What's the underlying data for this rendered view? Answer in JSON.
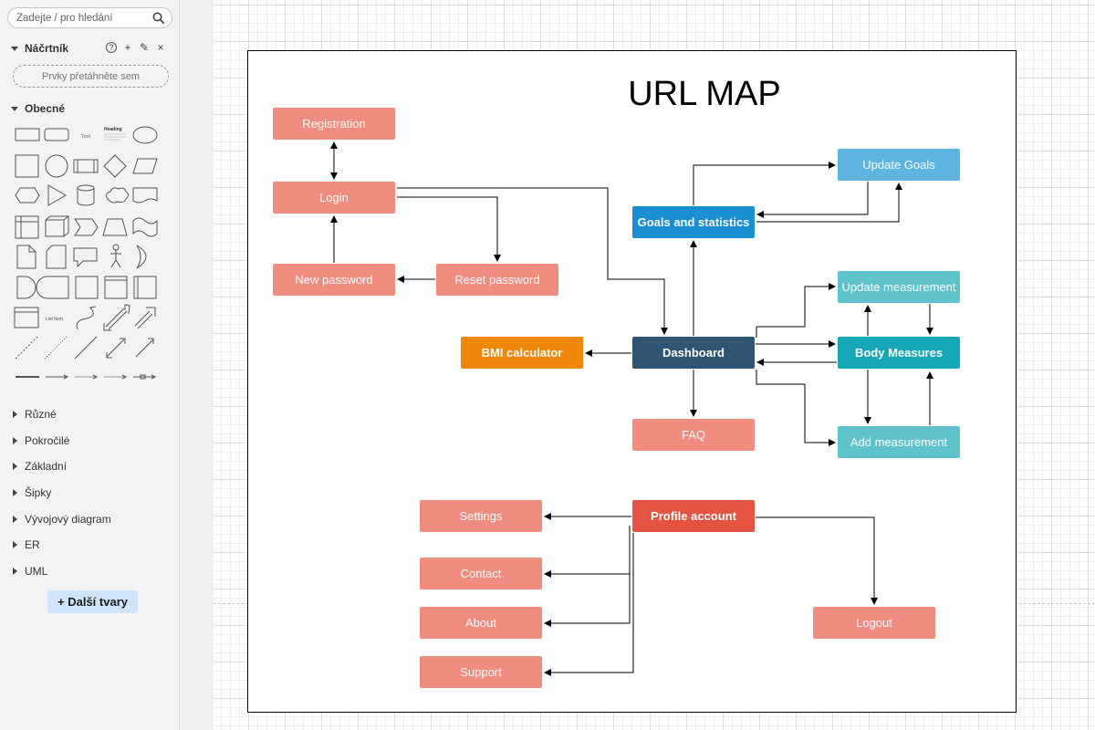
{
  "sidebar": {
    "search": {
      "placeholder": "Zadejte / pro hledání",
      "icon": "search-icon"
    },
    "scratchpad": {
      "label": "Náčrtník",
      "dropzone": "Prvky přetáhněte sem",
      "tools": [
        "?",
        "+",
        "✎",
        "×"
      ]
    },
    "general": {
      "label": "Obecné",
      "shape_texts": {
        "text": "Text",
        "heading": "Heading",
        "list": "List Item"
      }
    },
    "categories": [
      "Různé",
      "Pokročilé",
      "Základní",
      "Šipky",
      "Vývojový diagram",
      "ER",
      "UML"
    ],
    "more_shapes": "+ Další tvary"
  },
  "diagram": {
    "title": "URL MAP",
    "colors": {
      "salmon": "#f08c80",
      "darkblue": "#2e5574",
      "blue": "#1a90d2",
      "lightblue": "#5db4e0",
      "teal": "#17a8b8",
      "lightteal": "#5ec3cc",
      "orange": "#f0860a",
      "red": "#e55443"
    },
    "nodes": {
      "registration": "Registration",
      "login": "Login",
      "new_password": "New password",
      "reset_password": "Reset password",
      "goals": "Goals and statistics",
      "update_goals": "Update Goals",
      "update_measurement": "Update measurement",
      "dashboard": "Dashboard",
      "bmi": "BMI calculator",
      "body_measures": "Body Measures",
      "faq": "FAQ",
      "add_measurement": "Add measurement",
      "profile": "Profile account",
      "settings": "Settings",
      "contact": "Contact",
      "about": "About",
      "support": "Support",
      "logout": "Logout"
    }
  }
}
